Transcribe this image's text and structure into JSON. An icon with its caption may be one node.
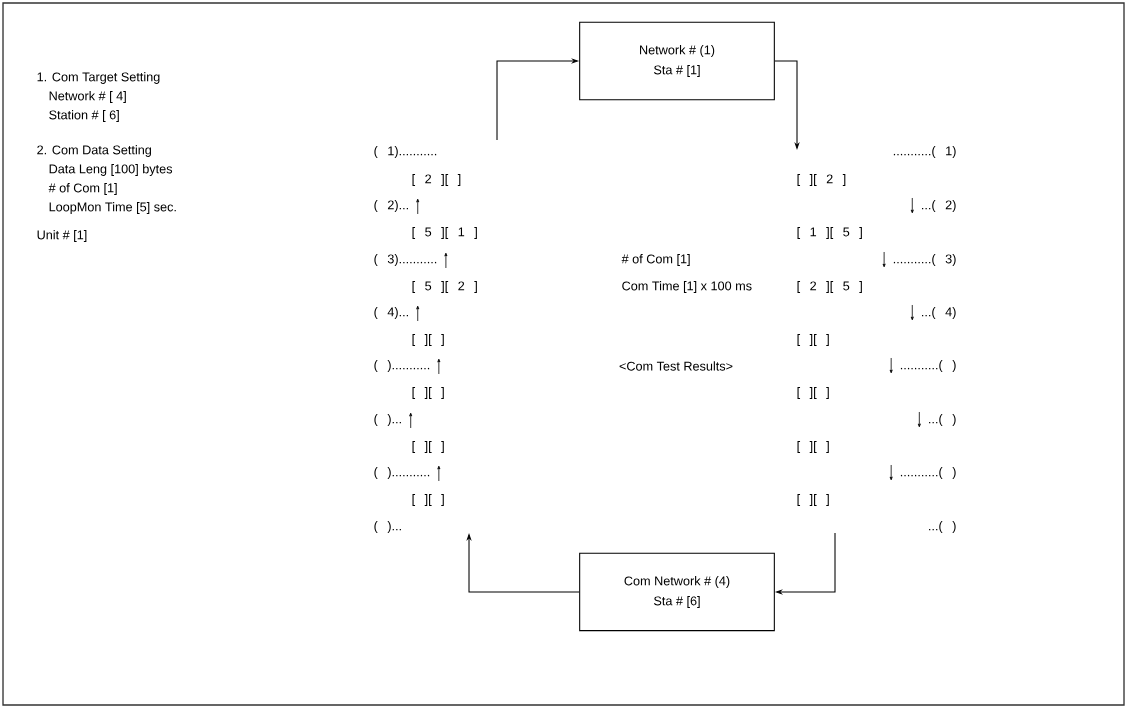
{
  "diagram": {
    "nodes": [
      {
        "text": [
          "Network # (1)",
          "Sta # [1]"
        ]
      },
      {
        "text": [
          "Com Network # (4)",
          "Sta # [6]"
        ]
      }
    ],
    "edges": [
      {
        "from": null,
        "to": 0,
        "arrow": "to"
      },
      {
        "from": 0,
        "to": null,
        "arrow": "to"
      },
      {
        "from": null,
        "to": 1,
        "arrow": "to"
      },
      {
        "from": 1,
        "to": null,
        "arrow": "to"
      }
    ],
    "labels": [
      "1. Com Target Setting",
      "Network # [ 4]",
      "Station # [ 6]",
      "2. Com Data Setting",
      "Data Leng [100] bytes",
      "# of Com [1]",
      "LoopMon Time [5] sec.",
      "Unit # [1]",
      "( 1)...........",
      "...........( 1)",
      "[ 2 ][ ]",
      "[ ][ 2 ]",
      "( 2)...",
      "...( 2)",
      "[ 5 ][ 1 ]",
      "[ 1 ][ 5 ]",
      "( 3)...........",
      "# of Com [1]",
      "...........( 3)",
      "[ 5 ][ 2 ]",
      "Com Time [1] x 100 ms",
      "[ 2 ][ 5 ]",
      "( 4)...",
      "...( 4)",
      "[ ][ ]",
      "[ ][ ]",
      "( )...........",
      "<Com Test Results>",
      "...........( )",
      "[ ][ ]",
      "[ ][ ]",
      "( )...",
      "...( )",
      "[ ][ ]",
      "[ ][ ]",
      "( )...........",
      "...........( )",
      "[ ][ ]",
      "[ ][ ]",
      "( )...",
      "...( )"
    ]
  }
}
